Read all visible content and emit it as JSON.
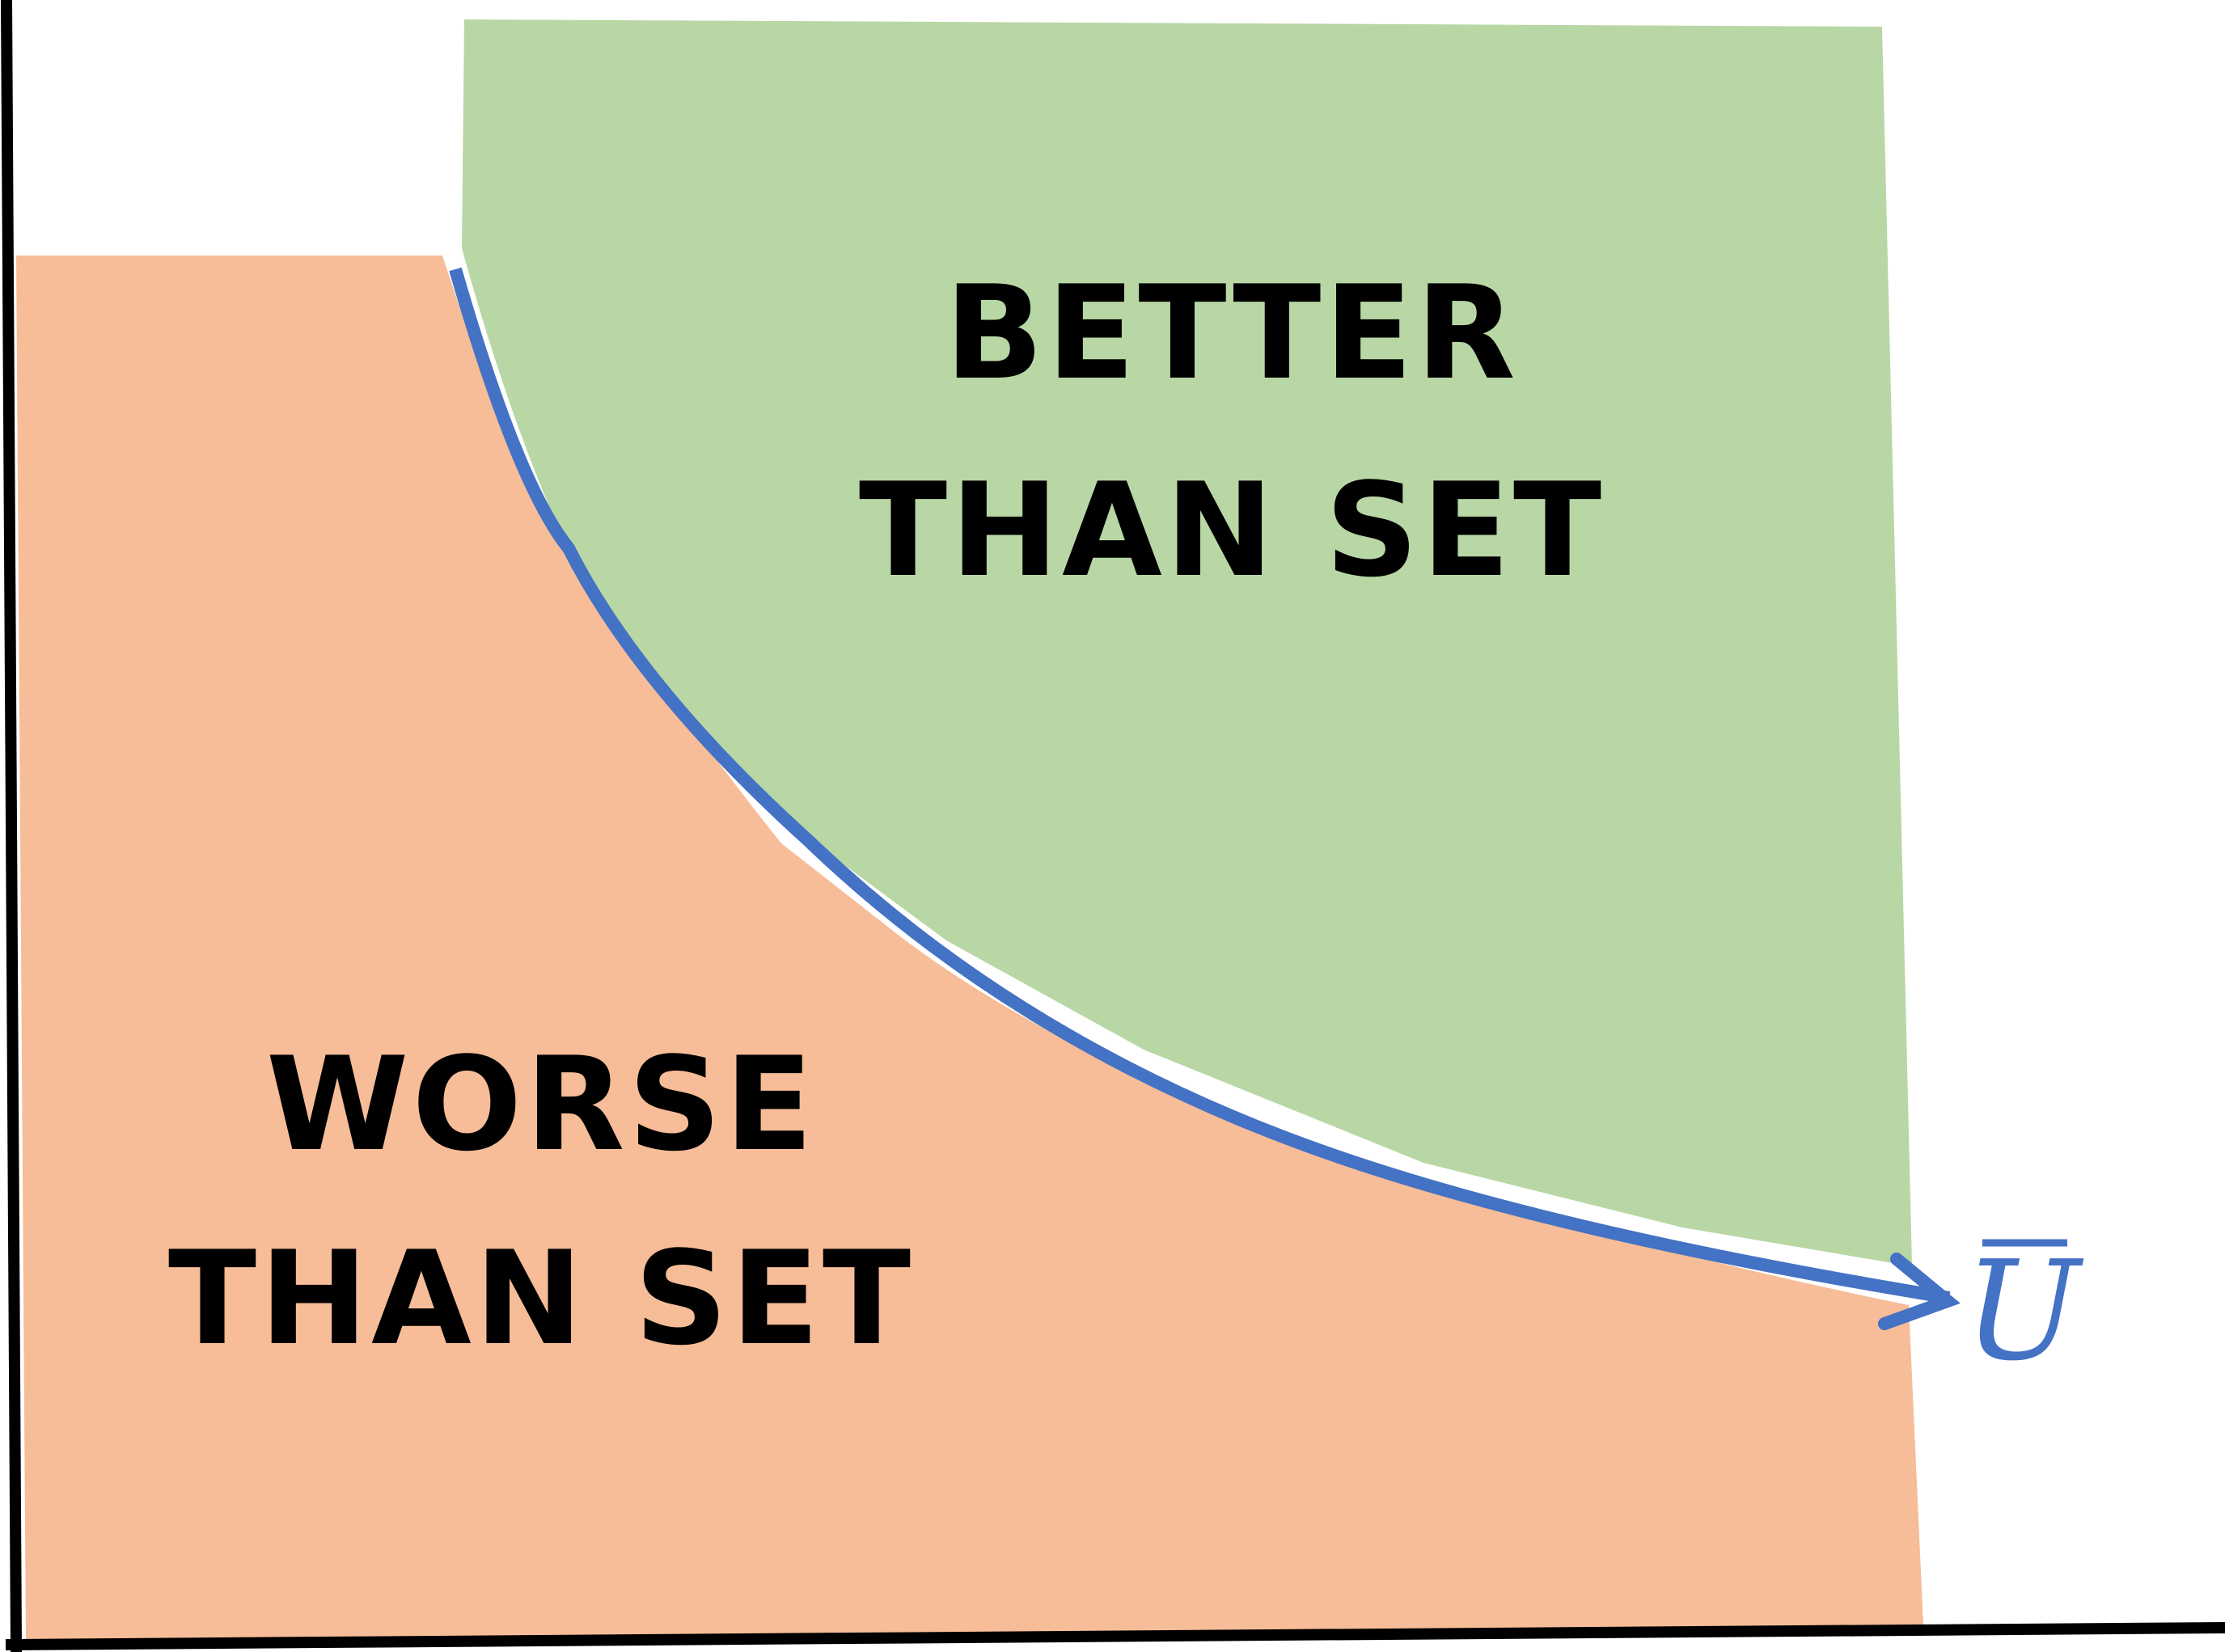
{
  "regions": {
    "better": {
      "line1": "BETTER",
      "line2": "THAN SET",
      "color": "#b8d7a5"
    },
    "worse": {
      "line1": "WORSE",
      "line2": "THAN SET",
      "color": "#f6bd98"
    }
  },
  "curve": {
    "label": "U",
    "color": "#4472c4"
  },
  "axes": {
    "color": "#000000"
  }
}
